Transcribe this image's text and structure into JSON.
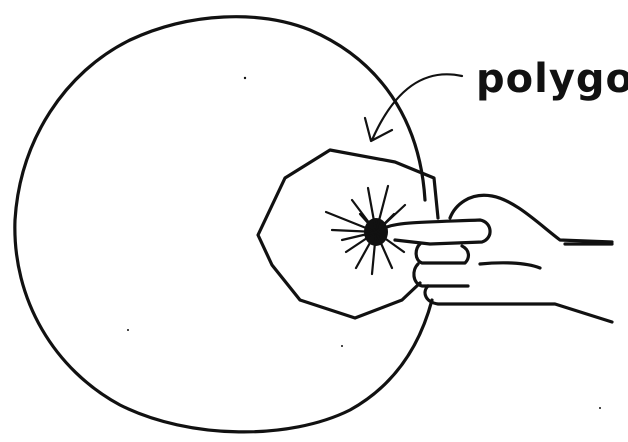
{
  "diagram": {
    "label_text": "polygon",
    "ink_color": "#111111",
    "background_color": "#ffffff",
    "shapes": [
      "large-circle",
      "polygon",
      "hand",
      "puncture-burst",
      "pointer-arrow"
    ]
  }
}
